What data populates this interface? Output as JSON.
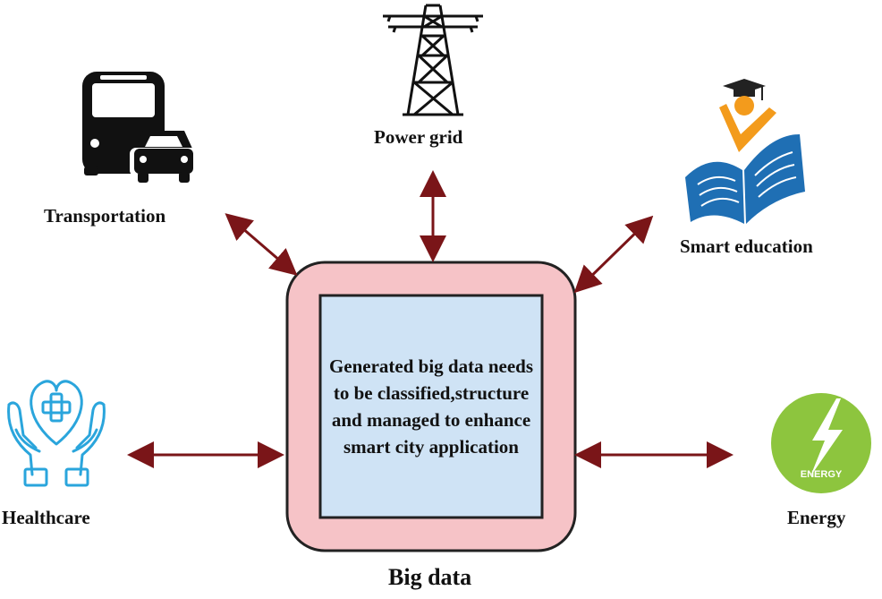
{
  "center": {
    "text": "Generated big data needs to be classified,structure and managed to enhance smart city application",
    "caption": "Big data"
  },
  "nodes": {
    "power_grid": {
      "label": "Power grid",
      "icon": "power-tower-icon"
    },
    "transportation": {
      "label": "Transportation",
      "icon": "bus-car-icon"
    },
    "smart_education": {
      "label": "Smart education",
      "icon": "book-graduate-icon"
    },
    "healthcare": {
      "label": "Healthcare",
      "icon": "hands-heart-icon"
    },
    "energy": {
      "label": "Energy",
      "icon": "energy-bolt-icon",
      "badge_text": "ENERGY"
    }
  },
  "colors": {
    "arrow": "#7a1518",
    "outer_box": "#f6c3c7",
    "inner_box": "#cfe3f5",
    "energy_circle": "#8dc53e",
    "edu_blue": "#1f6fb4",
    "edu_orange": "#f39b1c",
    "health_blue": "#2aa5dc"
  }
}
